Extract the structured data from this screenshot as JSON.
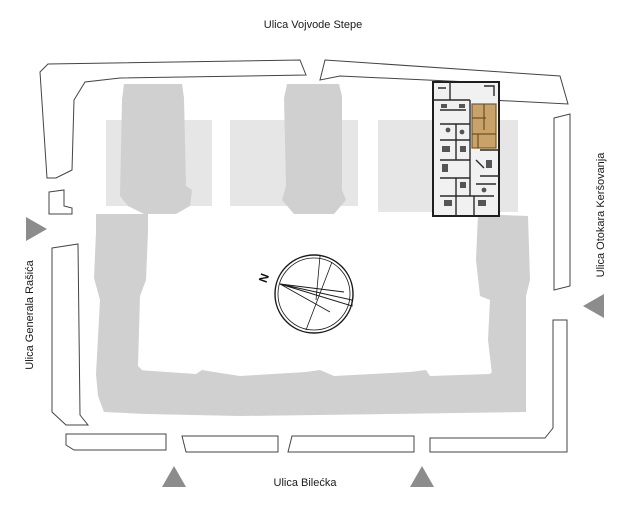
{
  "streets": {
    "top": "Ulica Vojvode Stepe",
    "bottom": "Ulica Bilećka",
    "left": "Ulica Generala Rašića",
    "right": "Ulica Otokara Keršovanja"
  },
  "compass": {
    "label": "N"
  },
  "colors": {
    "building": "#d0d0d0",
    "courtyard_light": "#e6e6e6",
    "outline": "#444444",
    "highlight": "#c8a269",
    "arrow": "#8c8c8c",
    "floorplan_dark": "#2a2a2a"
  },
  "icons": {
    "entrance": "triangle-arrow-icon",
    "compass": "compass-icon"
  }
}
